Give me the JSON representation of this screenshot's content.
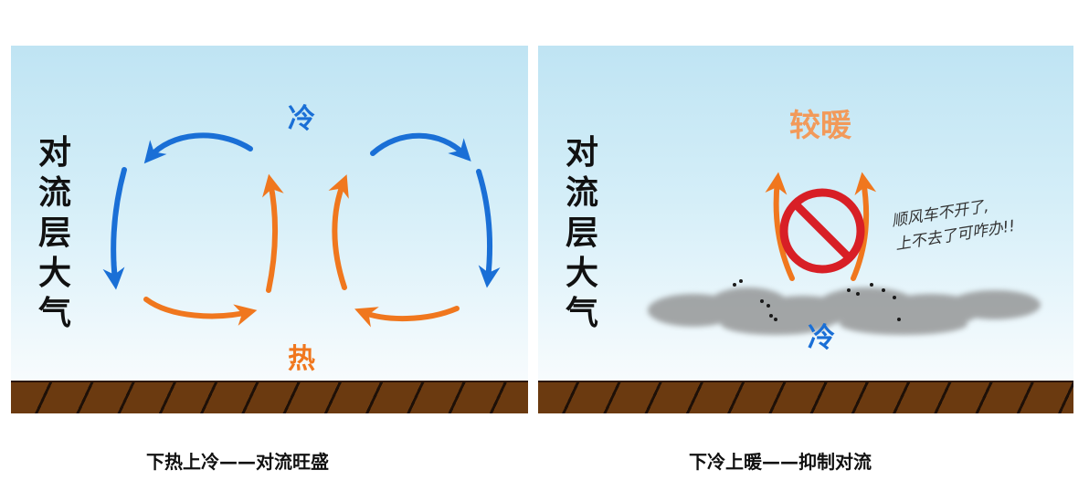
{
  "left_panel": {
    "vertical_title": "对流层大气",
    "top_label": "冷",
    "bottom_label": "热",
    "caption": "下热上冷——对流旺盛"
  },
  "right_panel": {
    "vertical_title": "对流层大气",
    "top_label": "较暖",
    "bottom_label": "冷",
    "note_line1": "顺风车不开了,",
    "note_line2": "上不去了可咋办!!",
    "caption": "下冷上暖——抑制对流"
  },
  "colors": {
    "cold_blue": "#1a6fd6",
    "hot_orange": "#f0771e",
    "warm_peach": "#f29a5a",
    "prohibit_red": "#d81f26",
    "ground_brown": "#6b3a10"
  },
  "icons": [
    "prohibit-icon",
    "smog-cloud-icon",
    "circulation-arrow-icon"
  ]
}
